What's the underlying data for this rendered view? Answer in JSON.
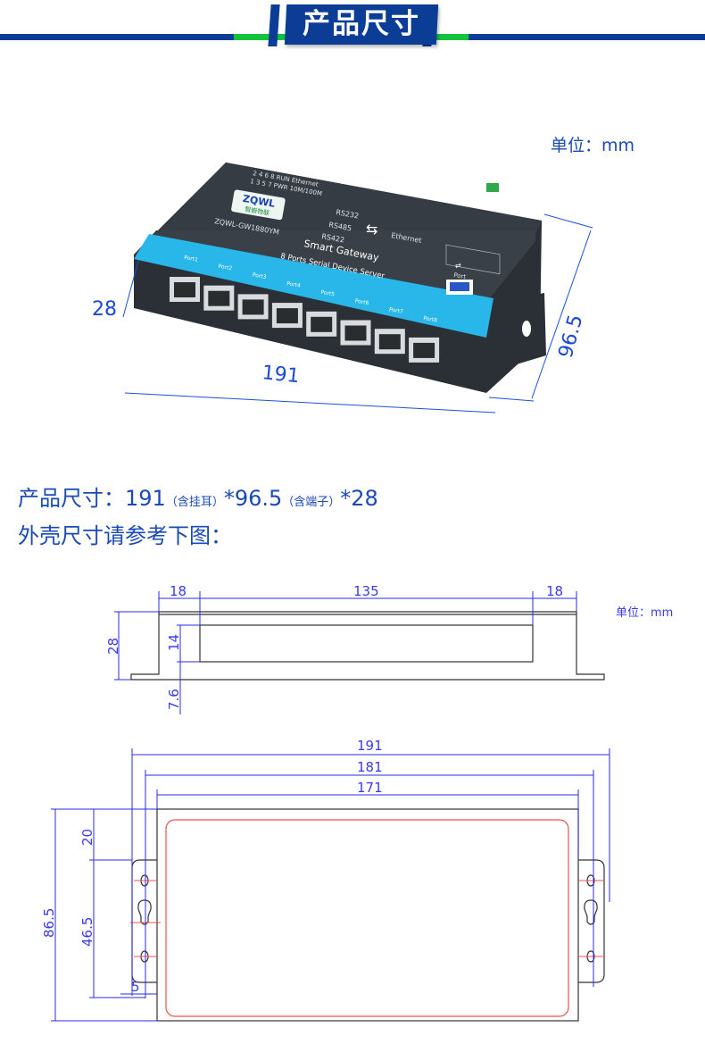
{
  "header": {
    "title": "产品尺寸"
  },
  "unit_label": "单位：mm",
  "product_photo": {
    "logo": "ZQWL",
    "logo_cn": "智嵌物联",
    "model": "ZQWL-GW1880YM",
    "led_row1": "2 4 6 8 RUN  Ethernet",
    "led_row2": "1 3 5 7 PWR  10M/100M",
    "serial": [
      "RS232",
      "RS485",
      "RS422"
    ],
    "ethernet": "Ethernet",
    "name": "Smart Gateway",
    "subtitle": "8 Ports Serial Device Server",
    "port_label": "Port",
    "ports": [
      "Port1",
      "Port2",
      "Port3",
      "Port4",
      "Port5",
      "Port6",
      "Port7",
      "Port8"
    ],
    "dims": {
      "height": "28",
      "length": "191",
      "depth": "96.5"
    }
  },
  "spec": {
    "label": "产品尺寸：",
    "length": "191",
    "length_note": "（含挂耳）",
    "depth": "*96.5",
    "depth_note": "（含端子）",
    "height": "*28",
    "shell_note": "外壳尺寸请参考下图："
  },
  "drawing_front": {
    "unit_label": "单位：mm",
    "dims": {
      "left": "18",
      "middle": "135",
      "right": "18",
      "height": "28",
      "slot": "14",
      "base": "7.6"
    }
  },
  "drawing_top": {
    "dims": {
      "overall": "191",
      "holes": "181",
      "body": "171",
      "depth": "86.5",
      "top_offset": "20",
      "ear": "46.5",
      "hole_offset": "5"
    }
  },
  "colors": {
    "brand_blue": "#0b3c96",
    "accent_green": "#12c43c",
    "text_blue": "#1a49b8",
    "cyan": "#29b6e8",
    "dim_blue": "#2a2ae6",
    "red_outline": "#f05050"
  }
}
